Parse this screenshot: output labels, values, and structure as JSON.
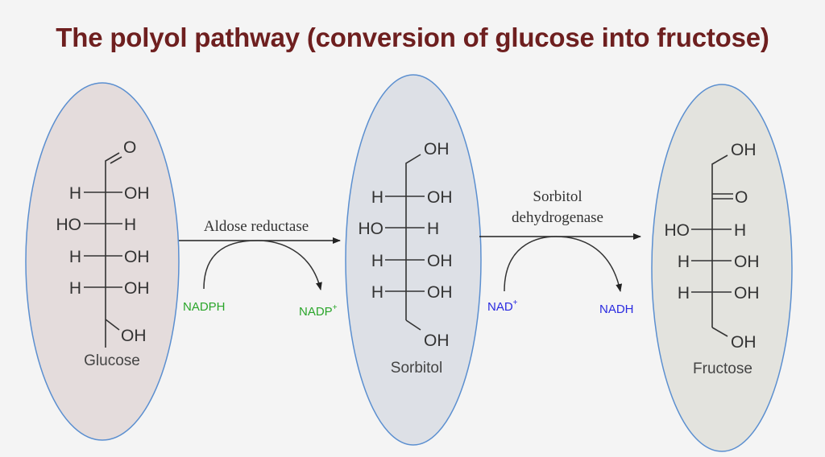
{
  "title": "The polyol pathway (conversion of glucose into fructose)",
  "colors": {
    "title": "#6e1f1f",
    "glucose_fill": "#e4dcdc",
    "sorbitol_fill": "#dde0e6",
    "fructose_fill": "#e3e3de",
    "ellipse_stroke": "#5b8fd0",
    "nadp": "#2aa52a",
    "nad": "#2a2ae0"
  },
  "molecules": [
    {
      "name": "Glucose",
      "top": "O",
      "rows": [
        {
          "left": "H",
          "right": "OH"
        },
        {
          "left": "HO",
          "right": "H"
        },
        {
          "left": "H",
          "right": "OH"
        },
        {
          "left": "H",
          "right": "OH"
        }
      ],
      "bottom": "OH"
    },
    {
      "name": "Sorbitol",
      "top": "OH",
      "rows": [
        {
          "left": "H",
          "right": "OH"
        },
        {
          "left": "HO",
          "right": "H"
        },
        {
          "left": "H",
          "right": "OH"
        },
        {
          "left": "H",
          "right": "OH"
        }
      ],
      "bottom": "OH"
    },
    {
      "name": "Fructose",
      "top": "OH",
      "ketone": "O",
      "rows": [
        {
          "left": "HO",
          "right": "H"
        },
        {
          "left": "H",
          "right": "OH"
        },
        {
          "left": "H",
          "right": "OH"
        }
      ],
      "bottom": "OH"
    }
  ],
  "reactions": [
    {
      "enzyme": "Aldose reductase",
      "cofactor_in": "NADPH",
      "cofactor_out_base": "NADP",
      "cofactor_out_sup": "+"
    },
    {
      "enzyme_line1": "Sorbitol",
      "enzyme_line2": "dehydrogenase",
      "cofactor_in_base": "NAD",
      "cofactor_in_sup": "+",
      "cofactor_out": "NADH"
    }
  ]
}
